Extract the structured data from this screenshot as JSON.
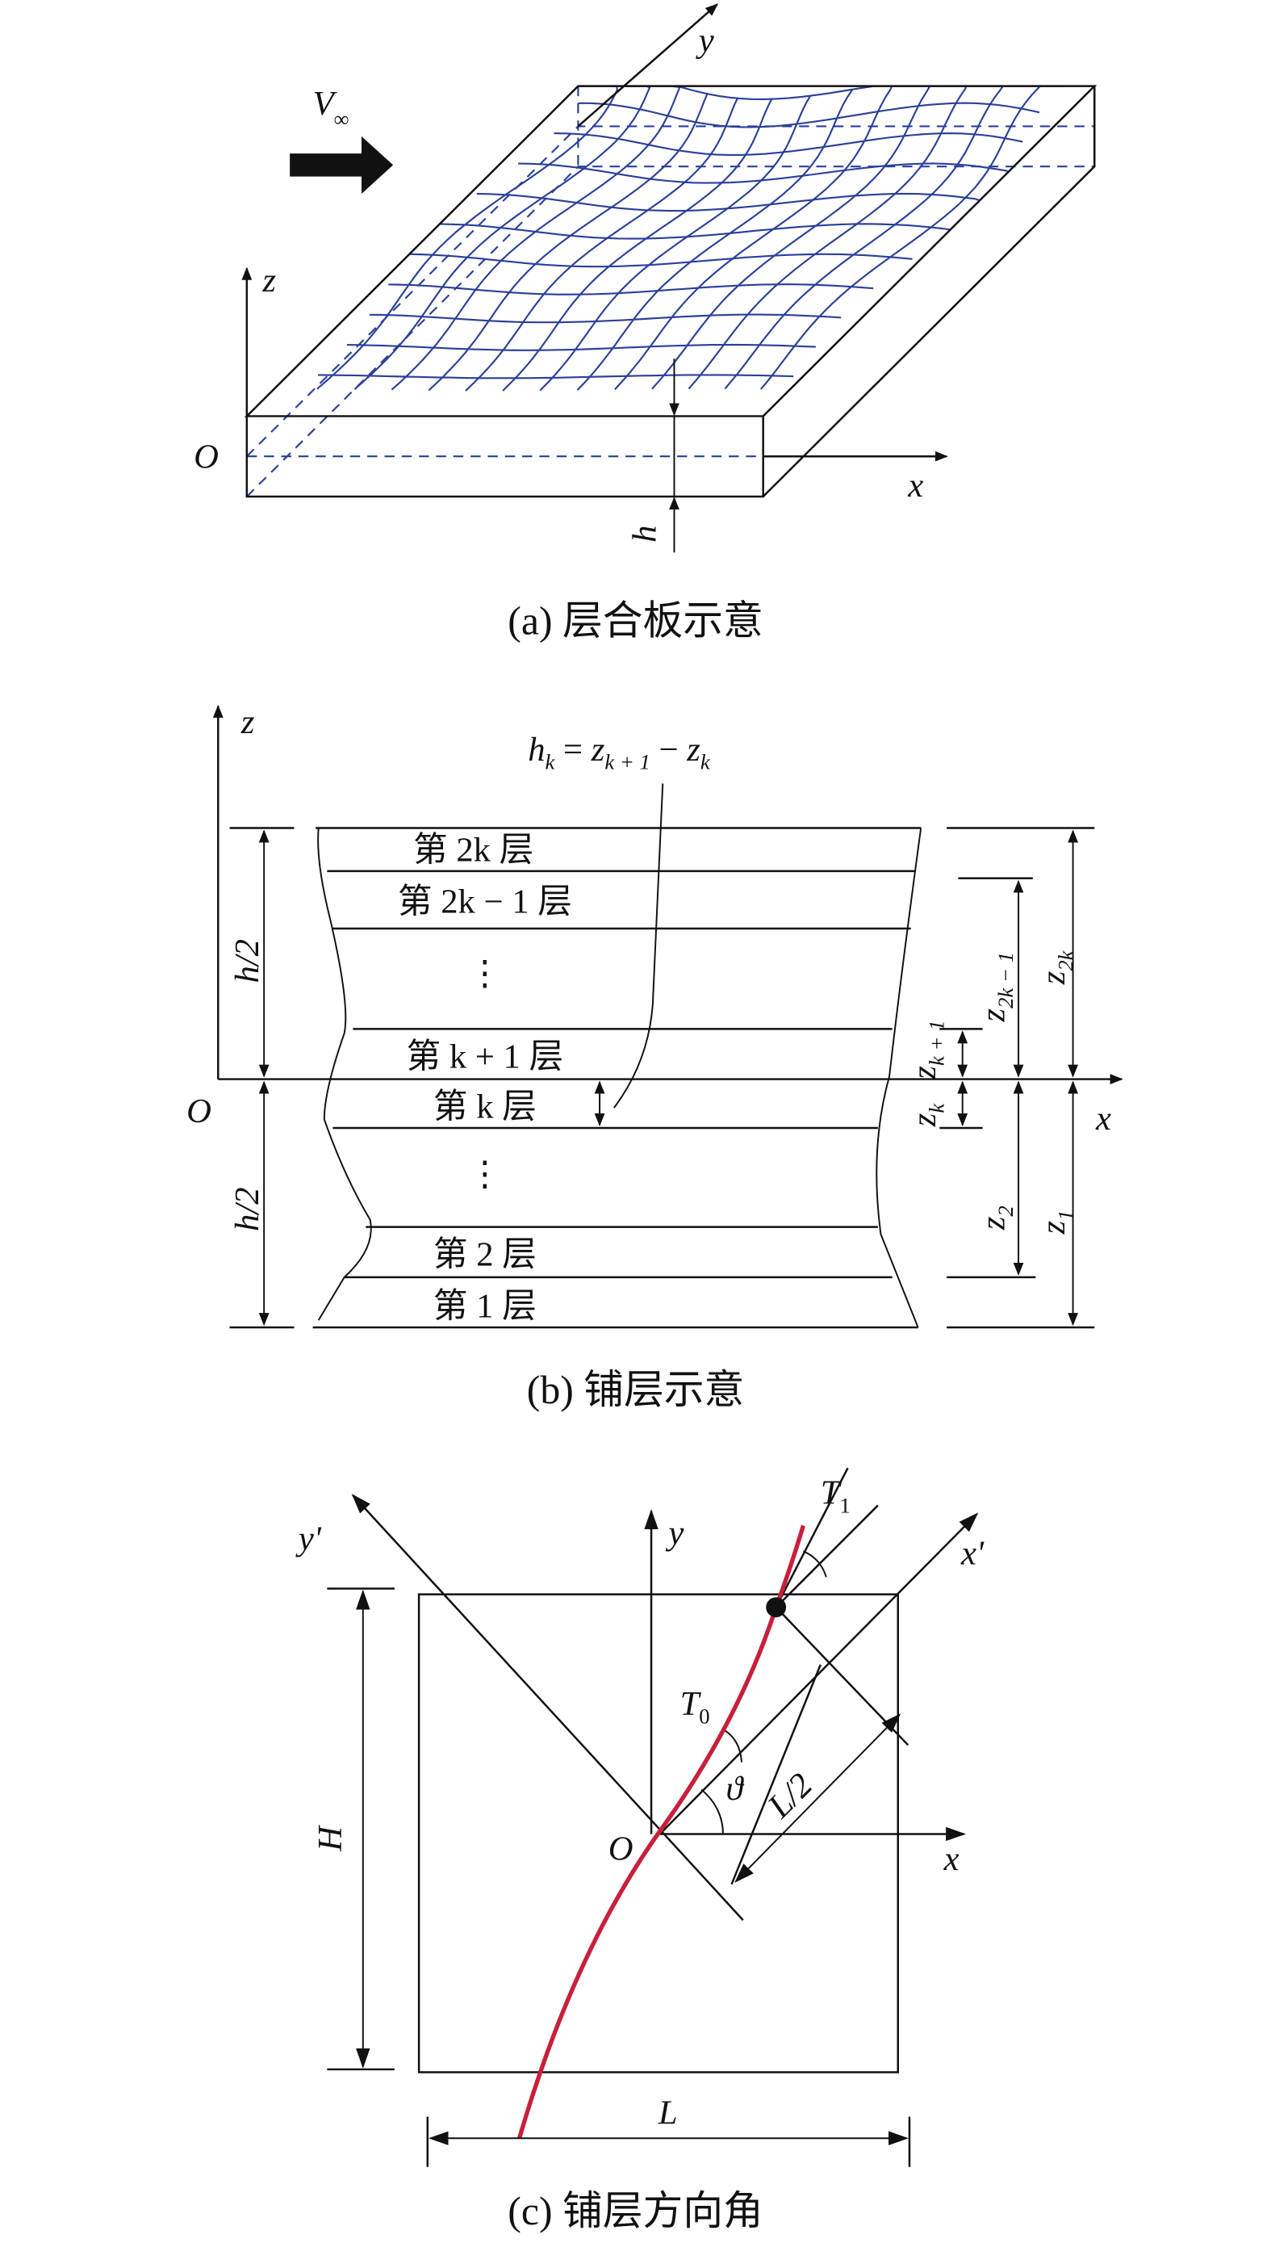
{
  "panel_a": {
    "caption": "(a) 层合板示意",
    "flow_label": "V",
    "flow_sub": "∞",
    "axis_x": "x",
    "axis_y": "y",
    "axis_z": "z",
    "origin": "O",
    "thickness": "h",
    "colors": {
      "mesh": "#2a3f9a",
      "arrow": "#111111"
    }
  },
  "panel_b": {
    "caption": "(b) 铺层示意",
    "axis_z": "z",
    "axis_x": "x",
    "origin": "O",
    "formula": {
      "h": "h",
      "hsub": "k",
      "eq": " = ",
      "z1": "z",
      "z1sub": "k + 1",
      "minus": " − ",
      "z2": "z",
      "z2sub": "k"
    },
    "layers": [
      "第 2k 层",
      "第 2k − 1 层",
      "⋮",
      "第 k + 1 层",
      "第 k 层",
      "⋮",
      "第 2 层",
      "第 1 层"
    ],
    "half_thickness": "h/2",
    "dims": [
      {
        "main": "z",
        "sub": "2k"
      },
      {
        "main": "z",
        "sub": "2k − 1"
      },
      {
        "main": "z",
        "sub": "k + 1"
      },
      {
        "main": "z",
        "sub": "k"
      },
      {
        "main": "z",
        "sub": "2"
      },
      {
        "main": "z",
        "sub": "1"
      }
    ]
  },
  "panel_c": {
    "caption": "(c) 铺层方向角",
    "axis_x": "x",
    "axis_y": "y",
    "axis_xp": "x'",
    "axis_yp": "y'",
    "origin": "O",
    "t1": "T",
    "t1sub": "1",
    "t0": "T",
    "t0sub": "0",
    "angle": "ϑ",
    "half_length": "L/2",
    "height": "H",
    "length": "L",
    "colors": {
      "fiber_path": "#c8203a"
    }
  }
}
